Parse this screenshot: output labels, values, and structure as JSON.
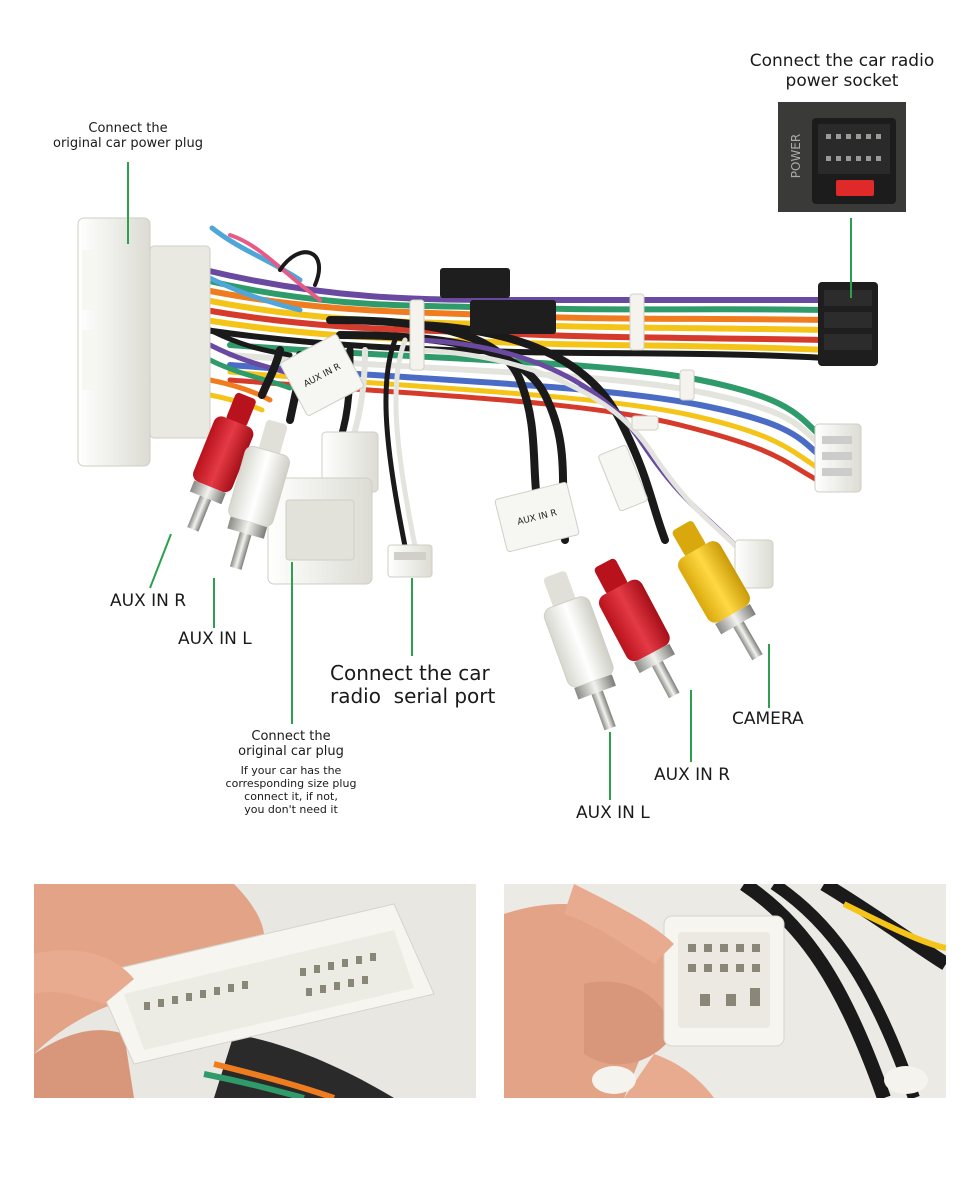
{
  "labels": {
    "power_socket": [
      "Connect the car radio",
      "power socket"
    ],
    "original_power_plug": [
      "Connect the",
      "original car power plug"
    ],
    "aux_in_r_left": "AUX IN R",
    "aux_in_l_left": "AUX IN L",
    "serial_port": [
      "Connect the car",
      "radio  serial port"
    ],
    "original_car_plug": [
      "Connect the",
      "original car plug"
    ],
    "original_car_plug_note": [
      "If your car has the",
      "corresponding size plug",
      "connect it, if not,",
      "you don't need it"
    ],
    "camera": "CAMERA",
    "aux_in_r_right": "AUX IN R",
    "aux_in_l_right": "AUX IN L"
  },
  "socket_inset": {
    "printed_text": "POWER"
  },
  "tags": {
    "aux_tag_text": "AUX IN R"
  },
  "colors": {
    "leader_line": "#2e9e4f",
    "rca_red": "#d21f2b",
    "rca_white": "#efefe9",
    "rca_yellow": "#f2c51a",
    "connector_white": "#f4f3ee",
    "connector_black": "#1e1e1e",
    "wire_black": "#1a1a1a",
    "wire_green": "#2f9a6a",
    "wire_orange": "#ef7d1f",
    "wire_yellow": "#f4c418",
    "wire_purple": "#6a4aa0",
    "wire_red": "#d63a2a",
    "wire_blue": "#4a6cc4",
    "wire_white": "#e4e4de",
    "skin": "#e8a98d",
    "photo_bg": "#e9e7e2"
  }
}
